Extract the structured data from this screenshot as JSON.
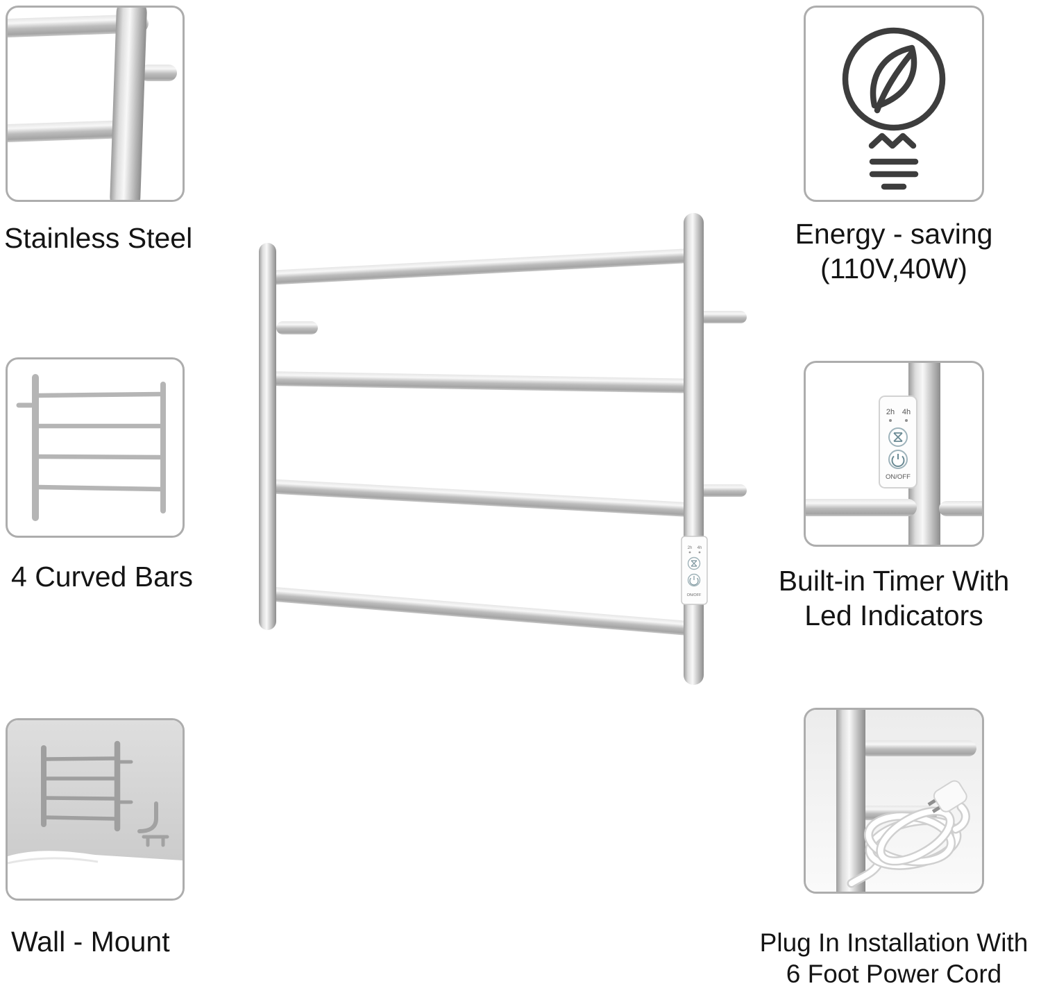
{
  "product": {
    "name": "wall mounted heated towel warmer",
    "control_panel": {
      "timer_2h": "2h",
      "timer_4h": "4h",
      "on_off": "ON/OFF"
    }
  },
  "features": [
    {
      "id": "stainless-steel",
      "label": "Stainless Steel"
    },
    {
      "id": "curved-bars",
      "label": "4 Curved Bars"
    },
    {
      "id": "wall-mount",
      "label": "Wall - Mount"
    },
    {
      "id": "energy-saving",
      "lines": [
        "Energy - saving",
        "(110V,40W)"
      ]
    },
    {
      "id": "built-in-timer",
      "lines": [
        "Built-in Timer With",
        "Led Indicators"
      ]
    },
    {
      "id": "plug-in-installation",
      "lines": [
        "Plug In Installation With",
        "6 Foot Power Cord"
      ]
    }
  ],
  "icons": [
    "energy-bulb-leaf-icon",
    "hourglass-timer-icon",
    "power-icon",
    "led-indicator-dots"
  ],
  "colors": {
    "frame_border": "#adadad",
    "text": "#141414",
    "icon_stroke": "#3d3d3d",
    "metal_light": "#f7f7f7",
    "metal_dark": "#8f8f8f",
    "panel_bg": "#fdfdfd",
    "wall_gray": "#d6d6d6"
  }
}
